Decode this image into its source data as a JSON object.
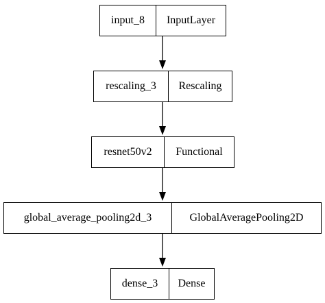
{
  "diagram": {
    "nodes": [
      {
        "id": "n1",
        "name": "input_8",
        "type": "InputLayer"
      },
      {
        "id": "n2",
        "name": "rescaling_3",
        "type": "Rescaling"
      },
      {
        "id": "n3",
        "name": "resnet50v2",
        "type": "Functional"
      },
      {
        "id": "n4",
        "name": "global_average_pooling2d_3",
        "type": "GlobalAveragePooling2D"
      },
      {
        "id": "n5",
        "name": "dense_3",
        "type": "Dense"
      }
    ],
    "edges": [
      {
        "from": "n1",
        "to": "n2"
      },
      {
        "from": "n2",
        "to": "n3"
      },
      {
        "from": "n3",
        "to": "n4"
      },
      {
        "from": "n4",
        "to": "n5"
      }
    ],
    "colors": {
      "stroke": "#000000",
      "background": "#ffffff"
    }
  }
}
